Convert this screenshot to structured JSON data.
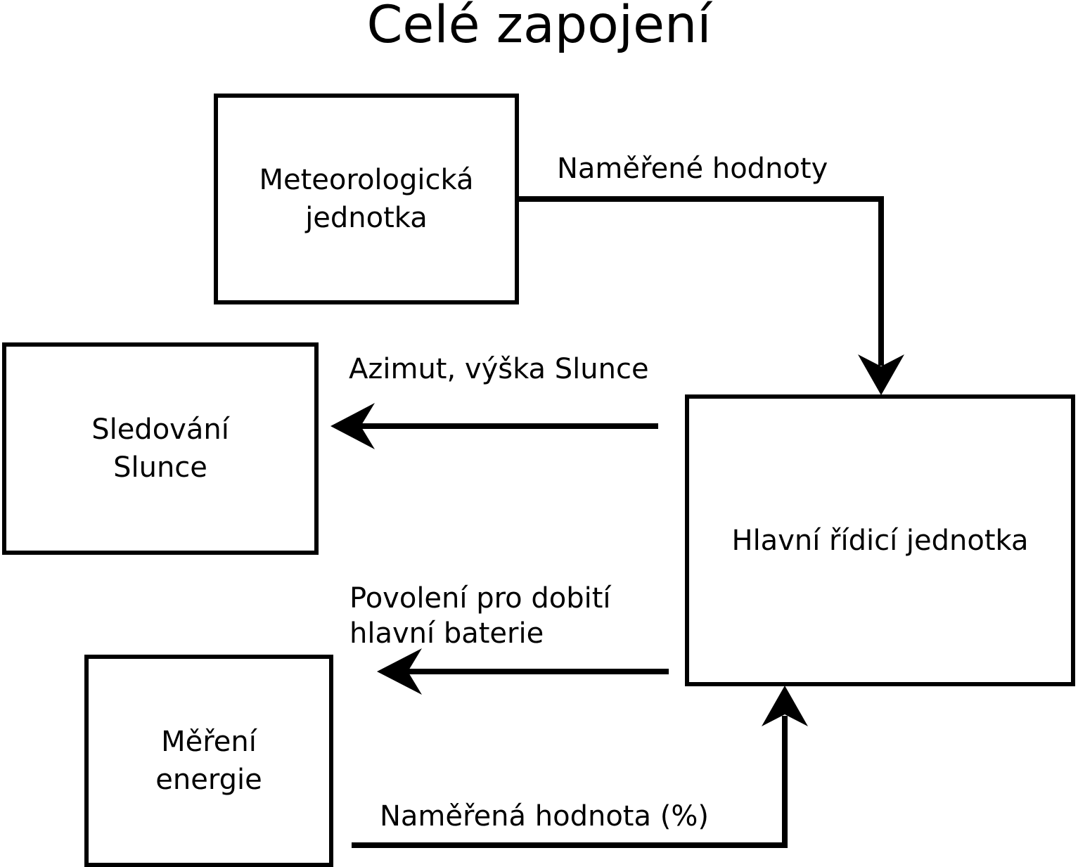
{
  "title": "Celé zapojení",
  "nodes": {
    "meteo": {
      "label": "Meteorologická\njednotka"
    },
    "sun_tracking": {
      "label": "Sledování\nSlunce"
    },
    "main_unit": {
      "label": "Hlavní řídicí jednotka"
    },
    "energy_measurement": {
      "label": "Měření\nenergie"
    }
  },
  "edges": {
    "measured_values": {
      "label": "Naměřené hodnoty"
    },
    "azimuth_elevation": {
      "label": "Azimut, výška Slunce"
    },
    "charge_permission": {
      "label": "Povolení pro dobití\nhlavní baterie"
    },
    "measured_percent": {
      "label": "Naměřená hodnota (%)"
    }
  },
  "colors": {
    "stroke": "#000000",
    "background": "#ffffff",
    "text": "#000000"
  },
  "chart_data": {
    "type": "diagram",
    "title": "Celé zapojení",
    "nodes": [
      {
        "id": "meteo",
        "label": "Meteorologická jednotka"
      },
      {
        "id": "sun_tracking",
        "label": "Sledování Slunce"
      },
      {
        "id": "main_unit",
        "label": "Hlavní řídicí jednotka"
      },
      {
        "id": "energy_measurement",
        "label": "Měření energie"
      }
    ],
    "edges": [
      {
        "from": "meteo",
        "to": "main_unit",
        "label": "Naměřené hodnoty",
        "direction": "right-down"
      },
      {
        "from": "main_unit",
        "to": "sun_tracking",
        "label": "Azimut, výška Slunce",
        "direction": "left"
      },
      {
        "from": "main_unit",
        "to": "energy_measurement",
        "label": "Povolení pro dobití hlavní baterie",
        "direction": "left"
      },
      {
        "from": "energy_measurement",
        "to": "main_unit",
        "label": "Naměřená hodnota (%)",
        "direction": "right-up"
      }
    ]
  }
}
